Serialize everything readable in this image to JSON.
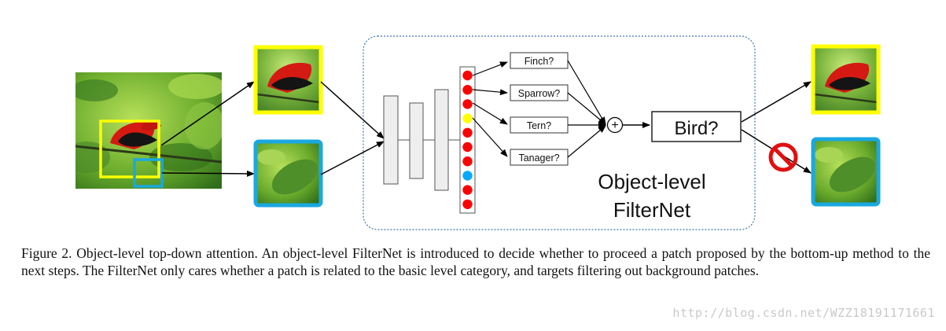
{
  "diagram": {
    "class_labels": [
      "Finch?",
      "Sparrow?",
      "Tern?",
      "Tanager?"
    ],
    "plus_symbol": "+",
    "decision_label": "Bird?",
    "filternet_title": [
      "Object-level",
      "FilterNet"
    ],
    "feature_dot_colors": [
      "#ff0000",
      "#ff0000",
      "#ff0000",
      "#ffff00",
      "#ff0000",
      "#ff0000",
      "#ff0000",
      "#00aaff",
      "#ff0000",
      "#ff0000"
    ],
    "object_box_color": "#ffff00",
    "background_box_color": "#1aa8e0",
    "reject_icon": "no-entry-icon",
    "colors": {
      "filternet_border": "#3a74b8",
      "foliage": "#5a9a2a",
      "bird_red": "#d41a12"
    }
  },
  "caption": {
    "text": "Figure 2. Object-level top-down attention. An object-level FilterNet is introduced to decide whether to proceed a patch proposed by the bottom-up method to the next steps. The FilterNet only cares whether a patch is related to the basic level category, and targets filtering out background patches."
  },
  "watermark": {
    "text": "http://blog.csdn.net/WZZ18191171661"
  }
}
